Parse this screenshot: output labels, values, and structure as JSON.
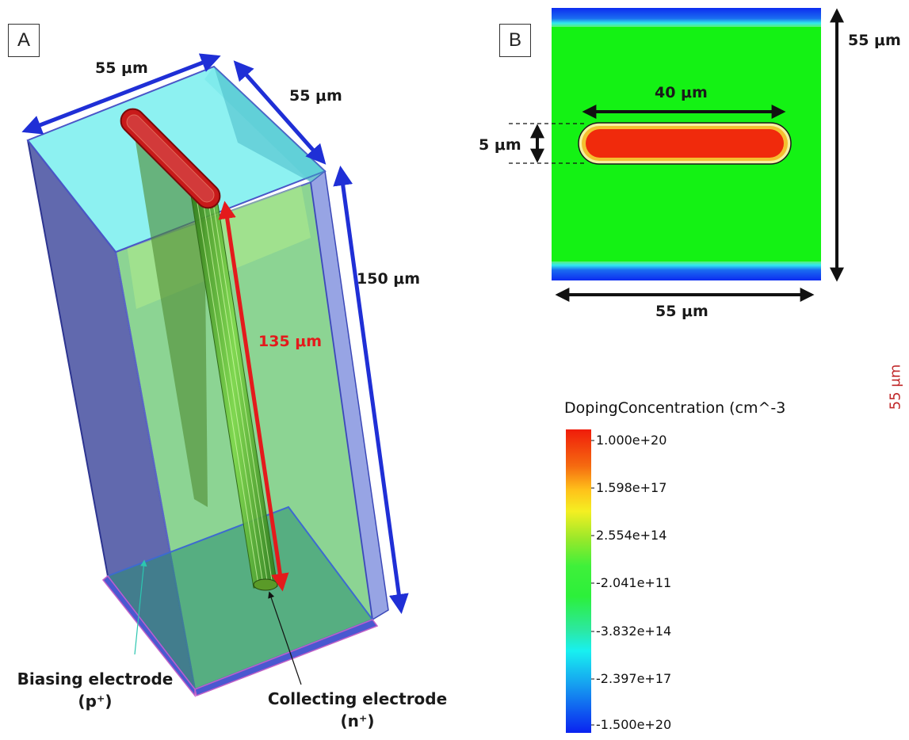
{
  "panel_a": {
    "label": "A",
    "dims": {
      "top_left_width": "55 μm",
      "top_right_depth": "55 μm",
      "height": "150 μm",
      "column_length": "135 μm"
    },
    "biasing": {
      "line1": "Biasing electrode",
      "line2": "(p⁺)"
    },
    "collecting": {
      "line1": "Collecting electrode",
      "line2": "(n⁺)"
    }
  },
  "panel_b": {
    "label": "B",
    "dims": {
      "right_height": "55 μm",
      "bottom_width": "55 μm",
      "electrode_length": "40 μm",
      "electrode_width": "5 μm"
    }
  },
  "legend": {
    "title": "DopingConcentration (cm^-3",
    "ticks": [
      "1.000e+20",
      "1.598e+17",
      "2.554e+14",
      "-2.041e+11",
      "-3.832e+14",
      "-2.397e+17",
      "-1.500e+20"
    ]
  },
  "side_note": "55 μm",
  "colors": {
    "dim_arrow_blue": "#1f2fd6",
    "dim_arrow_red": "#e41a1c",
    "bulk_green": "#14f214",
    "electrode_red": "#f02a0c",
    "ohmic_blue": "#0c2cf0"
  }
}
